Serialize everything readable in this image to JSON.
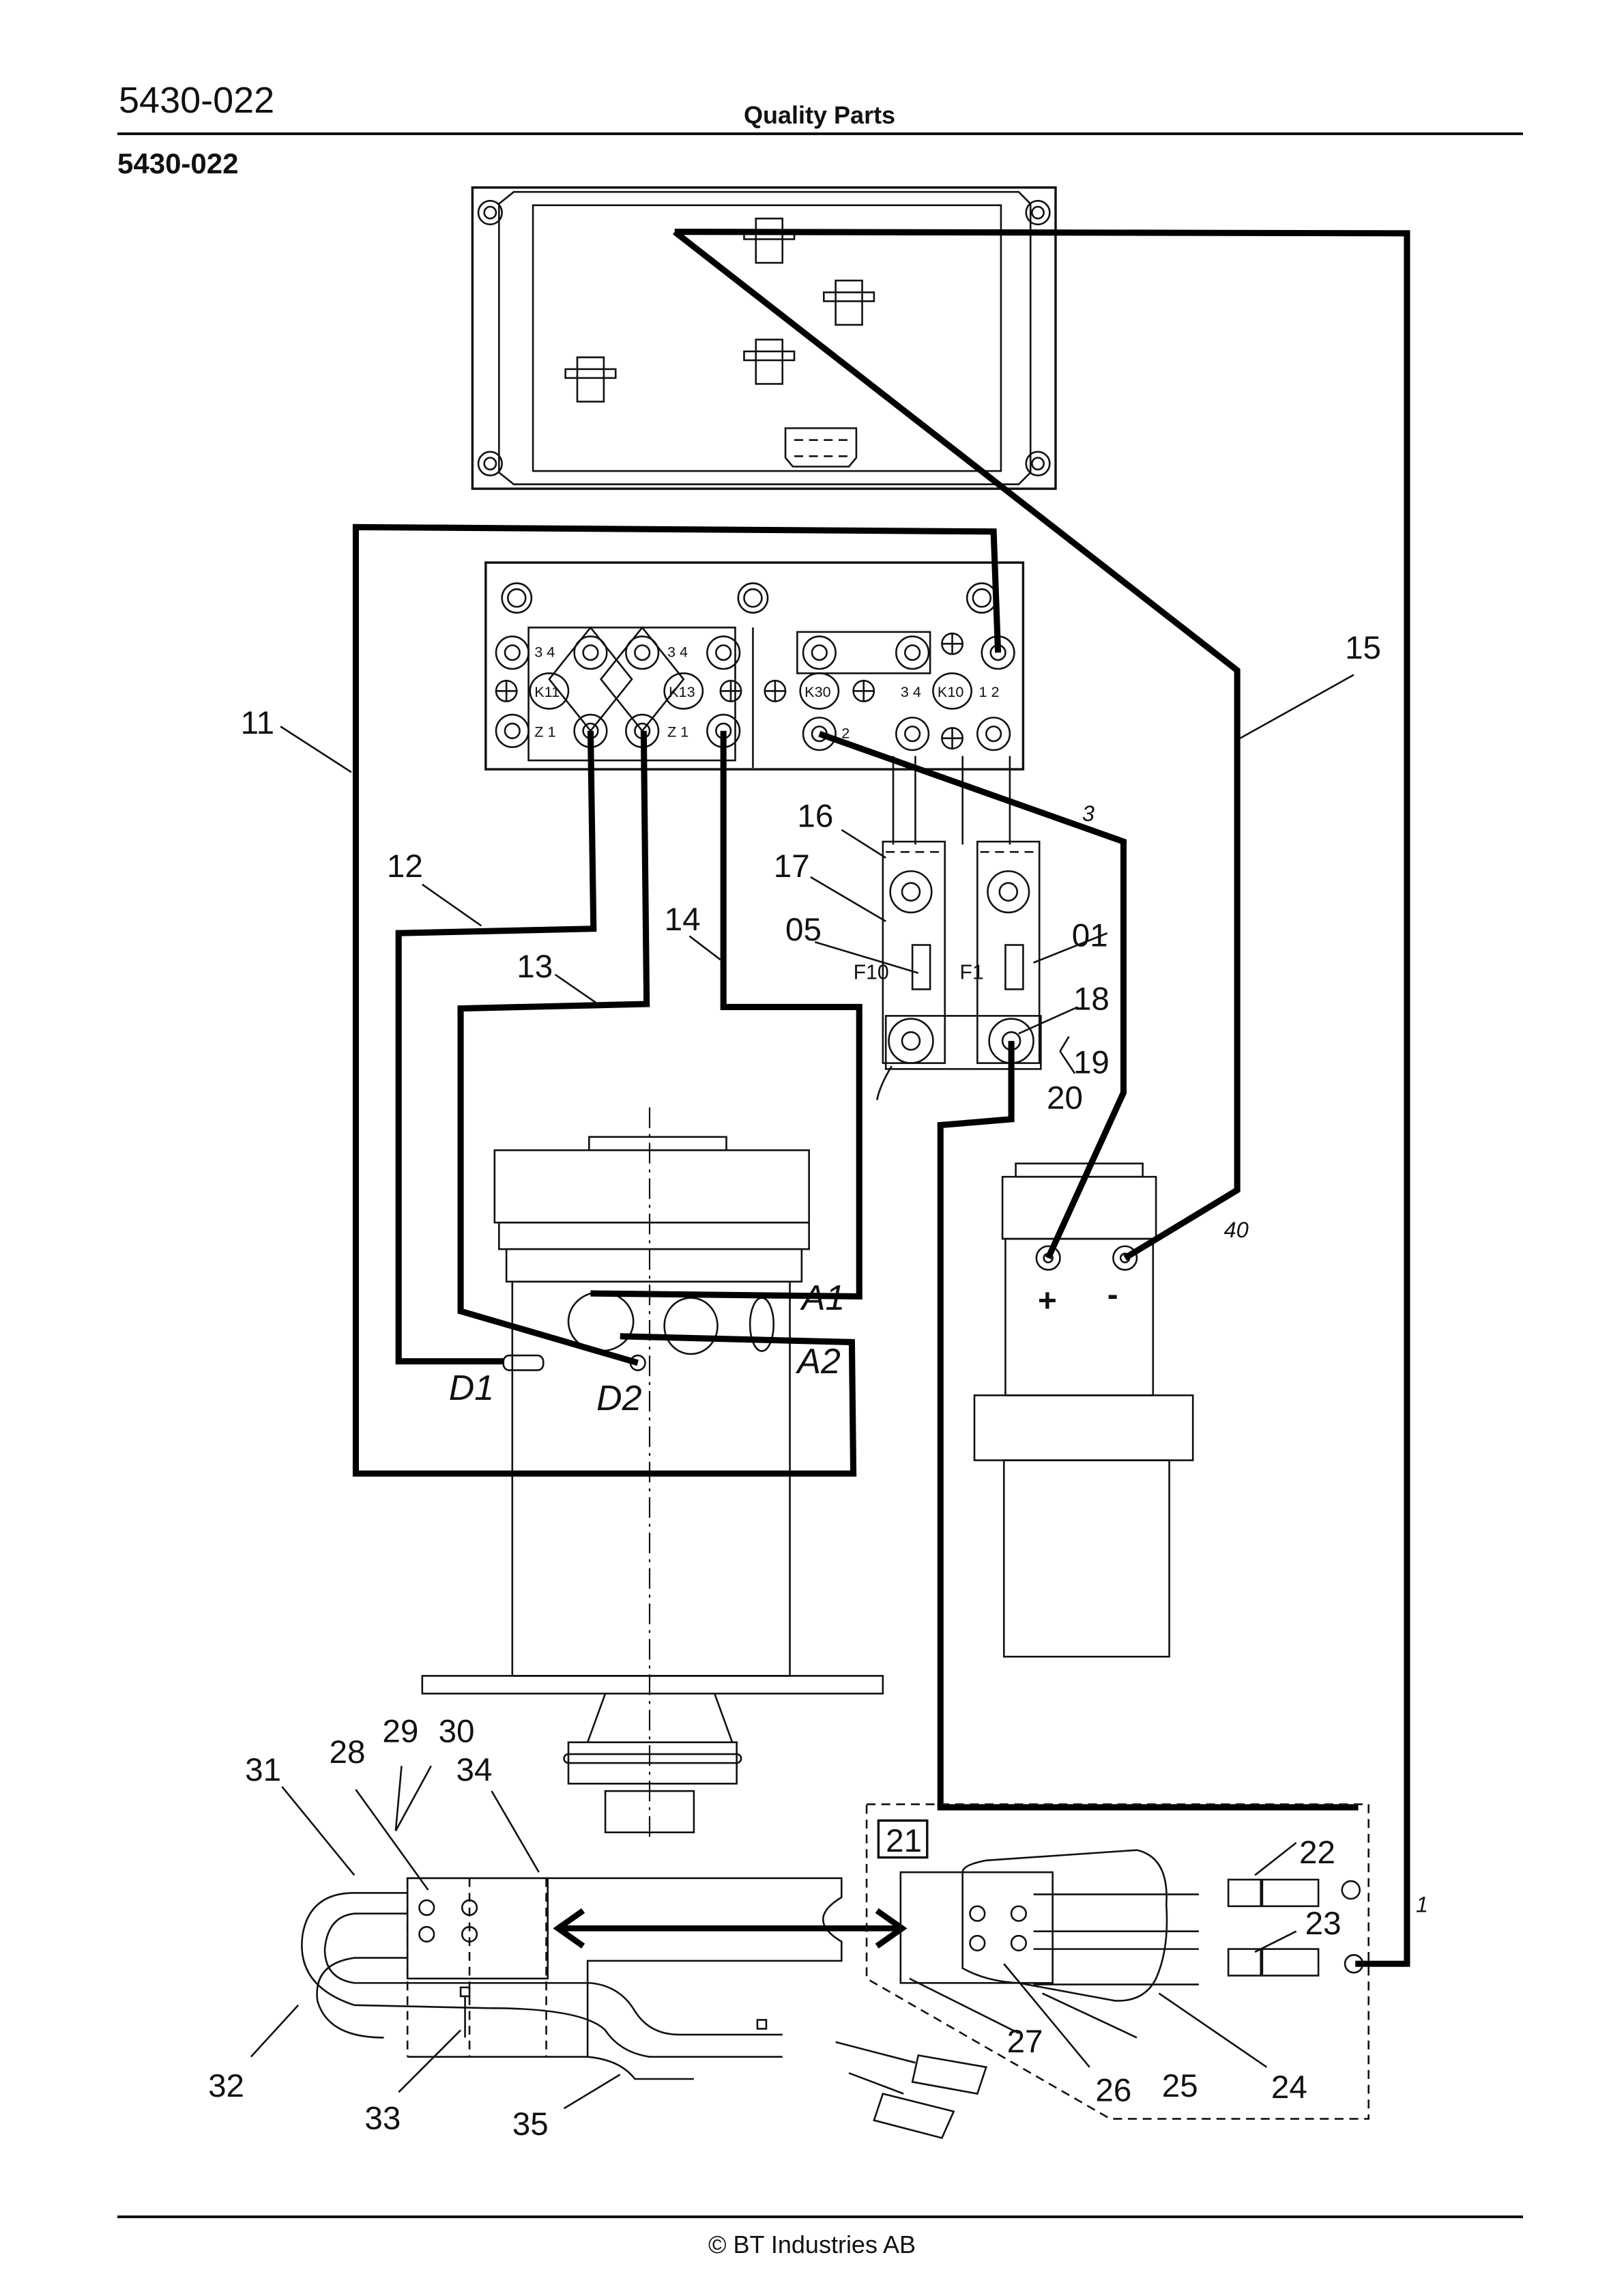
{
  "header": {
    "page_code": "5430-022",
    "title": "Quality Parts",
    "section_id": "5430-022"
  },
  "footer": {
    "copyright": "© BT Industries AB"
  },
  "diagram": {
    "contactor_labels": [
      "K11",
      "K13",
      "K30",
      "K10"
    ],
    "terminal_marks": {
      "k11_top": "3 4",
      "k11_bottom": "Z 1",
      "k13_top": "3 4",
      "k13_bottom": "Z 1",
      "k30": "2",
      "k10_left": "3 4",
      "k10_right": "1 2"
    },
    "fuses": [
      {
        "label": "F10",
        "callout": "05"
      },
      {
        "label": "F1",
        "callout": "01"
      }
    ],
    "motor_terminals": [
      "A1",
      "A2",
      "D1",
      "D2"
    ],
    "pump_terminals": {
      "plus": "+",
      "minus": "-"
    },
    "wire_numbers": {
      "w3": "3",
      "w40": "40",
      "w1": "1"
    },
    "callouts": [
      "11",
      "12",
      "13",
      "14",
      "15",
      "16",
      "17",
      "18",
      "19",
      "20",
      "21",
      "22",
      "23",
      "24",
      "25",
      "26",
      "27",
      "28",
      "29",
      "30",
      "31",
      "32",
      "33",
      "34",
      "35"
    ]
  }
}
